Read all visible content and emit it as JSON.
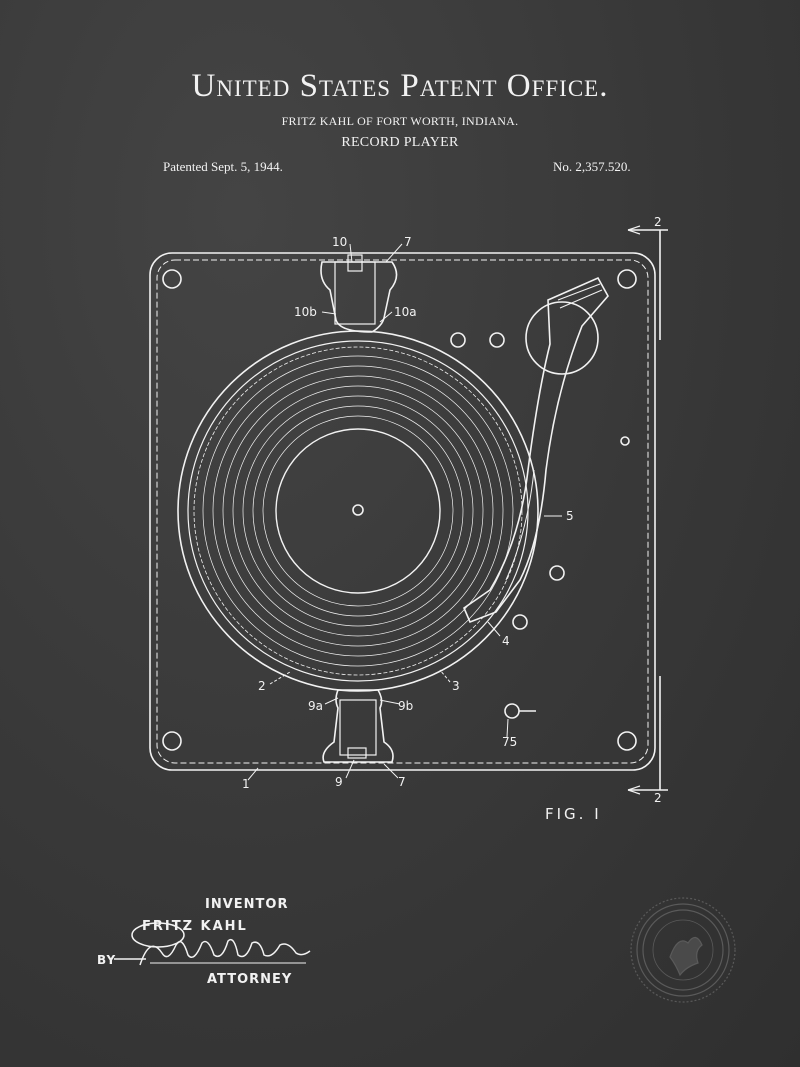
{
  "header": {
    "title": "United States Patent Office.",
    "inventor_line": "FRITZ KAHL OF FORT WORTH, INDIANA.",
    "invention": "RECORD PLAYER",
    "patented": "Patented Sept. 5, 1944.",
    "patent_number": "No. 2,357.520."
  },
  "figure": {
    "label": "FIG. I",
    "callouts": [
      "10",
      "7",
      "10b",
      "10a",
      "5",
      "4",
      "3",
      "2",
      "9a",
      "9b",
      "75",
      "1",
      "9",
      "7",
      "2",
      "2"
    ]
  },
  "signature_block": {
    "inventor_heading": "INVENTOR",
    "inventor_name": "FRITZ KAHL",
    "by": "BY",
    "attorney_heading": "ATTORNEY"
  },
  "colors": {
    "background": "#3a3a3a",
    "ink": "#f2f2f2"
  }
}
